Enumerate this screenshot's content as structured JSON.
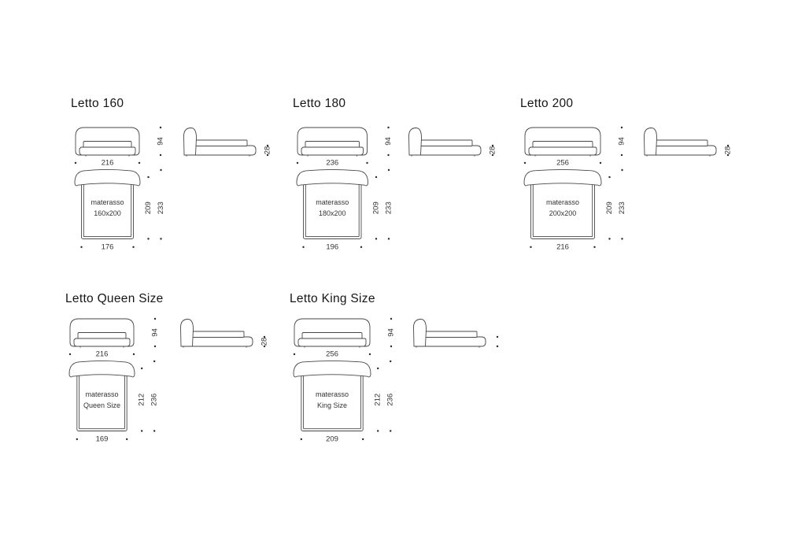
{
  "page": {
    "background": "#ffffff",
    "line_color": "#474747",
    "text_color": "#2e2e2e",
    "title_color": "#161616"
  },
  "beds": [
    {
      "title": "Letto 160",
      "front_width": "216",
      "front_height": "94",
      "side_height": "28",
      "mattress_line1": "materasso",
      "mattress_line2": "160x200",
      "depth_inner": "209",
      "depth_outer": "233",
      "top_width": "176"
    },
    {
      "title": "Letto 180",
      "front_width": "236",
      "front_height": "94",
      "side_height": "28",
      "mattress_line1": "materasso",
      "mattress_line2": "180x200",
      "depth_inner": "209",
      "depth_outer": "233",
      "top_width": "196"
    },
    {
      "title": "Letto 200",
      "front_width": "256",
      "front_height": "94",
      "side_height": "28",
      "mattress_line1": "materasso",
      "mattress_line2": "200x200",
      "depth_inner": "209",
      "depth_outer": "233",
      "top_width": "216"
    },
    {
      "title": "Letto Queen Size",
      "front_width": "216",
      "front_height": "94",
      "side_height": "28",
      "mattress_line1": "materasso",
      "mattress_line2": "Queen Size",
      "depth_inner": "212",
      "depth_outer": "236",
      "top_width": "169"
    },
    {
      "title": "Letto King Size",
      "front_width": "256",
      "front_height": "94",
      "side_height": "",
      "mattress_line1": "materasso",
      "mattress_line2": "King Size",
      "depth_inner": "212",
      "depth_outer": "236",
      "top_width": "209"
    }
  ]
}
